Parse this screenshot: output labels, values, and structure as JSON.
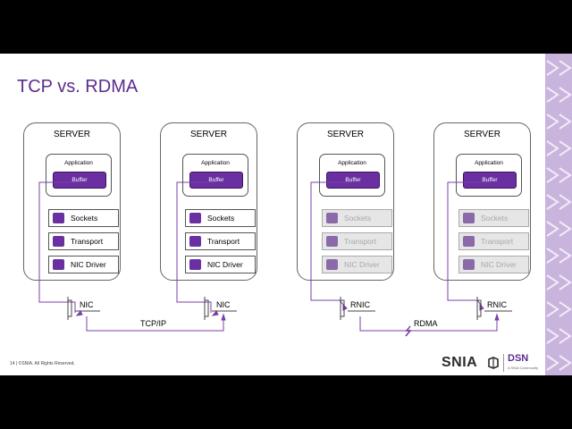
{
  "title": "TCP vs. RDMA",
  "servers": [
    {
      "label": "SERVER",
      "app": "Application",
      "buffer": "Buffer",
      "layers": [
        "Sockets",
        "Transport",
        "NIC Driver"
      ],
      "nic": "NIC",
      "dim": false
    },
    {
      "label": "SERVER",
      "app": "Application",
      "buffer": "Buffer",
      "layers": [
        "Sockets",
        "Transport",
        "NIC Driver"
      ],
      "nic": "NIC",
      "dim": false
    },
    {
      "label": "SERVER",
      "app": "Application",
      "buffer": "Buffer",
      "layers": [
        "Sockets",
        "Transport",
        "NIC Driver"
      ],
      "nic": "RNIC",
      "dim": true
    },
    {
      "label": "SERVER",
      "app": "Application",
      "buffer": "Buffer",
      "layers": [
        "Sockets",
        "Transport",
        "NIC Driver"
      ],
      "nic": "RNIC",
      "dim": true
    }
  ],
  "links": {
    "tcp": "TCP/IP",
    "rdma": "RDMA"
  },
  "footer": "14 | ©SNIA. All Rights Reserved.",
  "logo": {
    "snia": "SNIA",
    "dsn": "DSN",
    "sub": "A SNIA Community"
  },
  "colors": {
    "accent": "#6a2fa0",
    "title": "#5b2d8e",
    "deco": "#c9b4de"
  }
}
